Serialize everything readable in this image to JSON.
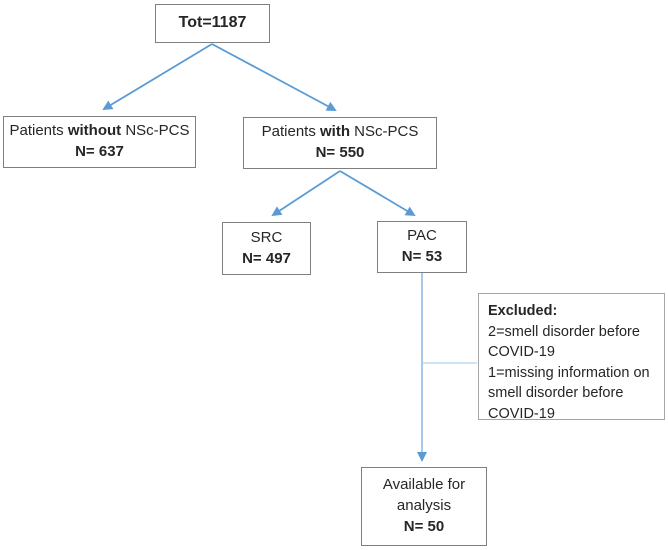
{
  "colors": {
    "arrow": "#5B9BD5",
    "line_light": "#8AB5E2",
    "link_light": "#AFD0EC",
    "box_border": "#7F7F7F",
    "excluded_border": "#A6A6A6",
    "text": "#262626"
  },
  "nodes": {
    "total": {
      "label": "Tot=1187"
    },
    "without": {
      "prefix": "Patients ",
      "emphasis": "without",
      "suffix": " NSc-PCS",
      "count": "N= 637"
    },
    "with": {
      "prefix": "Patients ",
      "emphasis": "with",
      "suffix": " NSc-PCS",
      "count": "N= 550"
    },
    "src": {
      "label": "SRC",
      "count": "N= 497"
    },
    "pac": {
      "label": "PAC",
      "count": "N= 53"
    },
    "excluded": {
      "title": "Excluded:",
      "items": [
        "2=smell disorder before COVID-19",
        "1=missing information on smell disorder before COVID-19"
      ]
    },
    "available": {
      "label": "Available for analysis",
      "count": "N= 50"
    }
  }
}
